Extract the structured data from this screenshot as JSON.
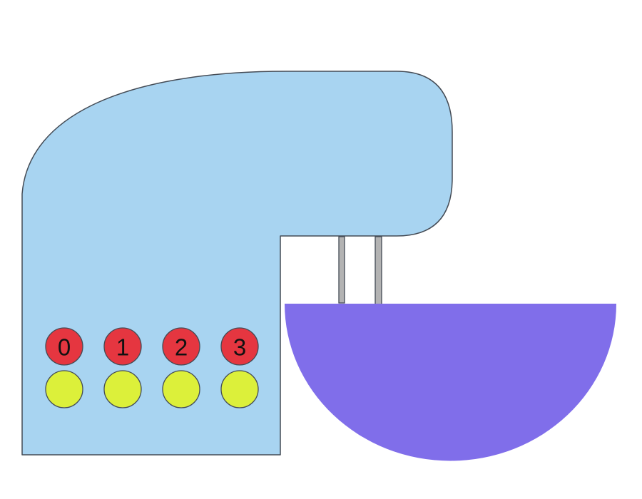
{
  "colors": {
    "mixer_body": "#a8d4f1",
    "outline": "#444b55",
    "beaters": "#b3b3b3",
    "bowl": "#806eea",
    "speed_button": "#e53640",
    "indicator_light": "#dcf03a",
    "label_text": "#111111"
  },
  "speed_buttons": [
    {
      "label": "0",
      "icon": "red-speed-button"
    },
    {
      "label": "1",
      "icon": "red-speed-button"
    },
    {
      "label": "2",
      "icon": "red-speed-button"
    },
    {
      "label": "3",
      "icon": "red-speed-button"
    }
  ],
  "indicator_lights": [
    {
      "icon": "yellow-indicator-light"
    },
    {
      "icon": "yellow-indicator-light"
    },
    {
      "icon": "yellow-indicator-light"
    },
    {
      "icon": "yellow-indicator-light"
    }
  ]
}
